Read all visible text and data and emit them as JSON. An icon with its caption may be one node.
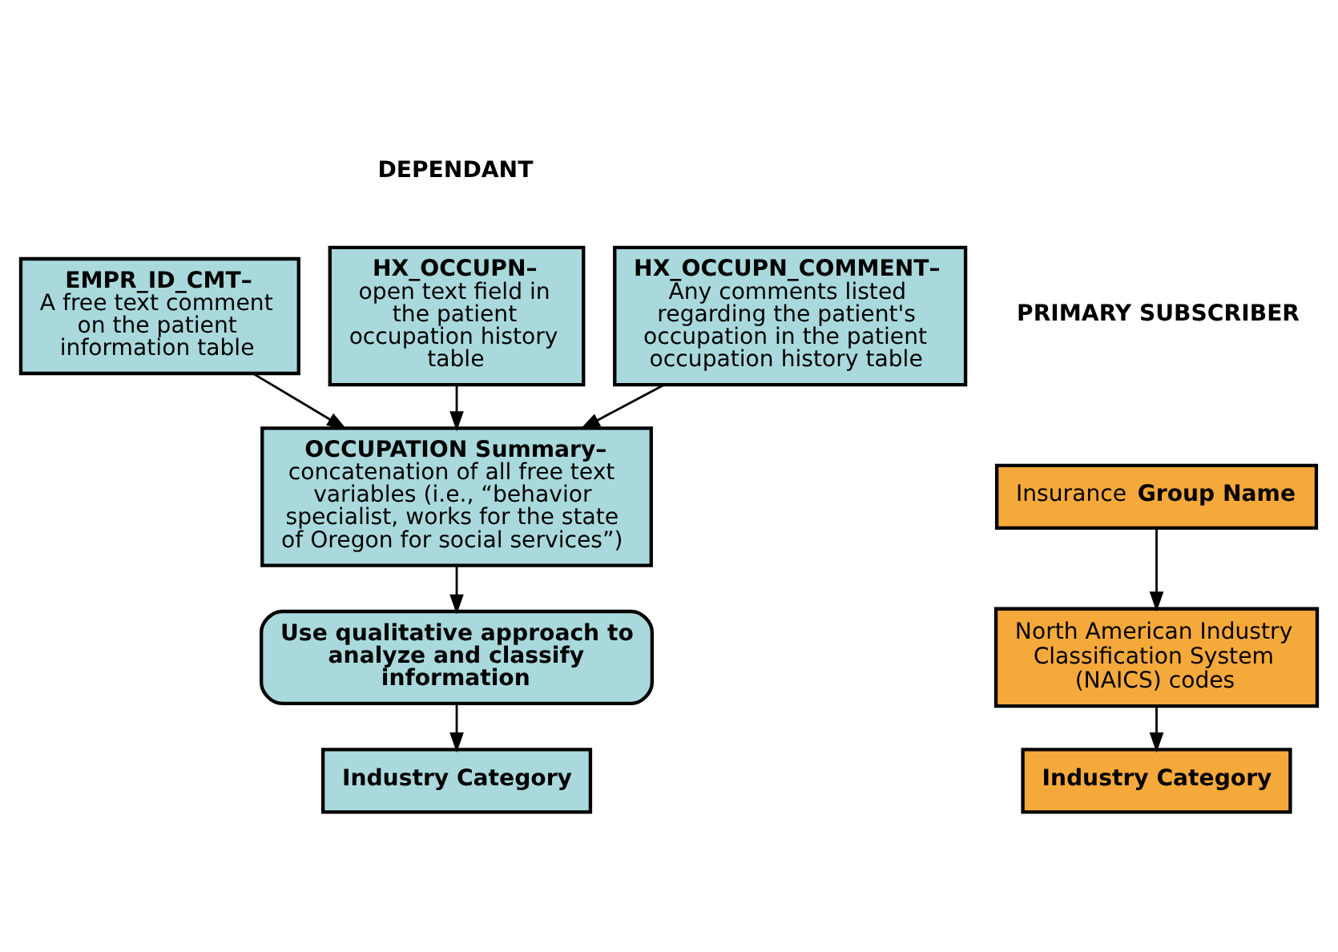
{
  "diagram": {
    "nodes": [
      {
        "text": [
          "EMPR_ID_CMT–",
          "A free text comment on the patient information table"
        ]
      },
      {
        "text": [
          "HX_OCCUPN–",
          "open text field in the patient occupation history table"
        ]
      },
      {
        "text": [
          "HX_OCCUPN_COMMENT–",
          "Any comments listed regarding the patient's occupation in the patient occupation history table"
        ]
      },
      {
        "text": [
          "Insurance **Group Name**"
        ]
      },
      {
        "text": [
          "North American Industry Classification System (NAICS) codes"
        ]
      },
      {
        "text": [
          "Industry Category"
        ]
      },
      {
        "text": [
          "OCCUPATION Summary–",
          "concatenation of all free text variables (i.e., “behavior specialist, works for the state of Oregon for social services”)"
        ]
      },
      {
        "text": [
          "Use qualitative approach to analyze and classify information"
        ]
      },
      {
        "text": [
          "Industry Category"
        ]
      }
    ],
    "edges": [
      {
        "from": 0,
        "to": 6,
        "arrow": "to"
      },
      {
        "from": 1,
        "to": 6,
        "arrow": "to"
      },
      {
        "from": 2,
        "to": 6,
        "arrow": "to"
      },
      {
        "from": 3,
        "to": 4,
        "arrow": "to"
      },
      {
        "from": 4,
        "to": 5,
        "arrow": "to"
      },
      {
        "from": 6,
        "to": 7,
        "arrow": "to"
      },
      {
        "from": 7,
        "to": 8,
        "arrow": "to"
      }
    ],
    "labels": [
      "DEPENDANT",
      "PRIMARY SUBSCRIBER"
    ]
  }
}
